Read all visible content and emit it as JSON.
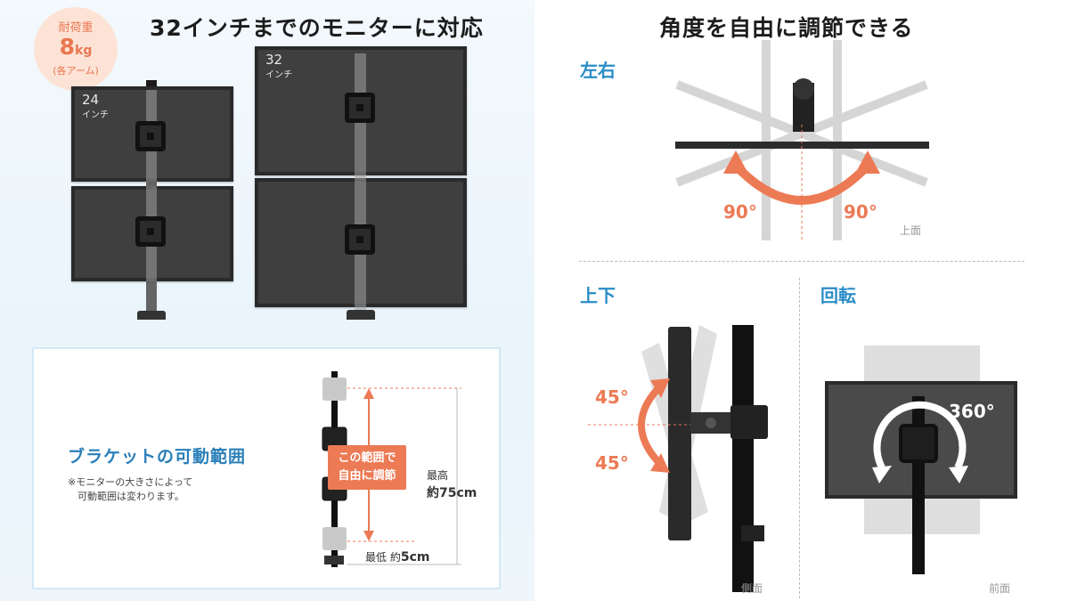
{
  "left": {
    "title": "32インチまでのモニターに対応",
    "load_badge": {
      "label": "耐荷重",
      "value": "8",
      "unit": "kg",
      "note": "(各アーム)"
    },
    "monitor_small": {
      "size": "24",
      "unit": "インチ"
    },
    "monitor_large": {
      "size": "32",
      "unit": "インチ"
    },
    "range_panel": {
      "title": "ブラケットの可動範囲",
      "note": "※モニターの大きさによって\n　可動範囲は変わります。",
      "callout": "この範囲で\n自由に調節",
      "max_label": "最高",
      "max_value": "約75cm",
      "min_label": "最低 約",
      "min_value": "5cm"
    }
  },
  "right": {
    "title": "角度を自由に調節できる",
    "swivel": {
      "label": "左右",
      "angle_left": "90°",
      "angle_right": "90°",
      "view": "上面"
    },
    "tilt": {
      "label": "上下",
      "angle_up": "45°",
      "angle_down": "45°",
      "view": "側面"
    },
    "rotate": {
      "label": "回転",
      "angle": "360°",
      "view": "前面"
    }
  },
  "colors": {
    "accent_orange": "#ec7a55",
    "accent_blue": "#2a8dc6",
    "badge_bg": "#fde3d6",
    "monitor": "#3f3f3f"
  }
}
